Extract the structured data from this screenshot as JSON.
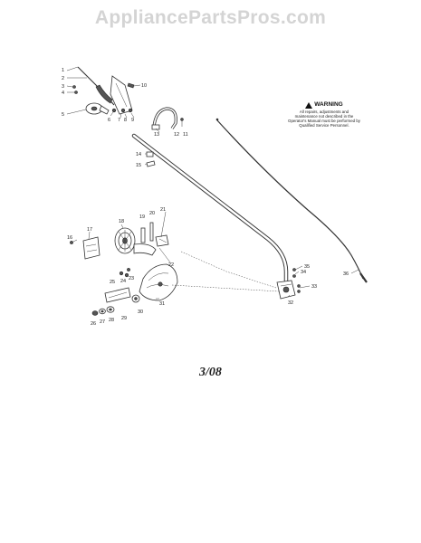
{
  "header": {
    "site_title": "AppliancePartsPros.com"
  },
  "warning": {
    "title": "WARNING",
    "text": "All repairs, adjustments and maintenance not described in the Operator's Manual must be performed by Qualified Service Personnel."
  },
  "diagram": {
    "date_code": "3/08",
    "part_numbers": [
      "1",
      "2",
      "3",
      "4",
      "5",
      "6",
      "7",
      "8",
      "9",
      "10",
      "11",
      "12",
      "13",
      "14",
      "15",
      "16",
      "17",
      "18",
      "19",
      "20",
      "21",
      "22",
      "23",
      "24",
      "25",
      "26",
      "27",
      "28",
      "29",
      "30",
      "31",
      "32",
      "33",
      "34",
      "35",
      "36"
    ]
  }
}
